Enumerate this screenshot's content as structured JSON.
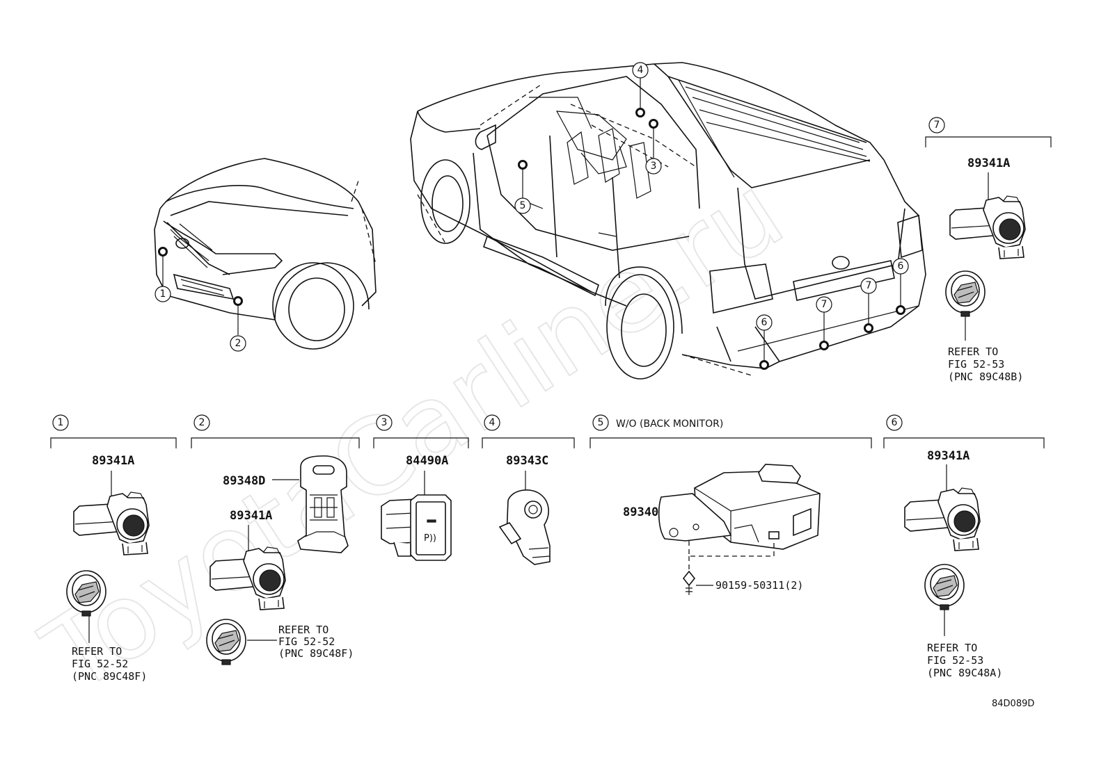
{
  "watermark": "ToyotaCarline.ru",
  "diagram_code": "84D089D",
  "callouts": [
    "1",
    "2",
    "3",
    "4",
    "5",
    "6",
    "7"
  ],
  "sections": {
    "s1": {
      "number": "1",
      "part": "89341A",
      "ref": [
        "REFER TO",
        "FIG 52-52",
        "(PNC 89C48F)"
      ]
    },
    "s2": {
      "number": "2",
      "parts": [
        "89348D",
        "89341A"
      ],
      "ref": [
        "REFER TO",
        "FIG 52-52",
        "(PNC 89C48F)"
      ]
    },
    "s3": {
      "number": "3",
      "part": "84490A"
    },
    "s4": {
      "number": "4",
      "part": "89343C"
    },
    "s5": {
      "number": "5",
      "header": "W/O (BACK MONITOR)",
      "part": "89340A",
      "screw": "90159-50311(2)"
    },
    "s6": {
      "number": "6",
      "part": "89341A",
      "ref": [
        "REFER TO",
        "FIG 52-53",
        "(PNC 89C48A)"
      ]
    },
    "s7": {
      "number": "7",
      "part": "89341A",
      "ref": [
        "REFER TO",
        "FIG 52-53",
        "(PNC 89C48B)"
      ]
    }
  },
  "colors": {
    "line": "#111111",
    "background": "#ffffff",
    "watermark": "#e6e6e6"
  }
}
